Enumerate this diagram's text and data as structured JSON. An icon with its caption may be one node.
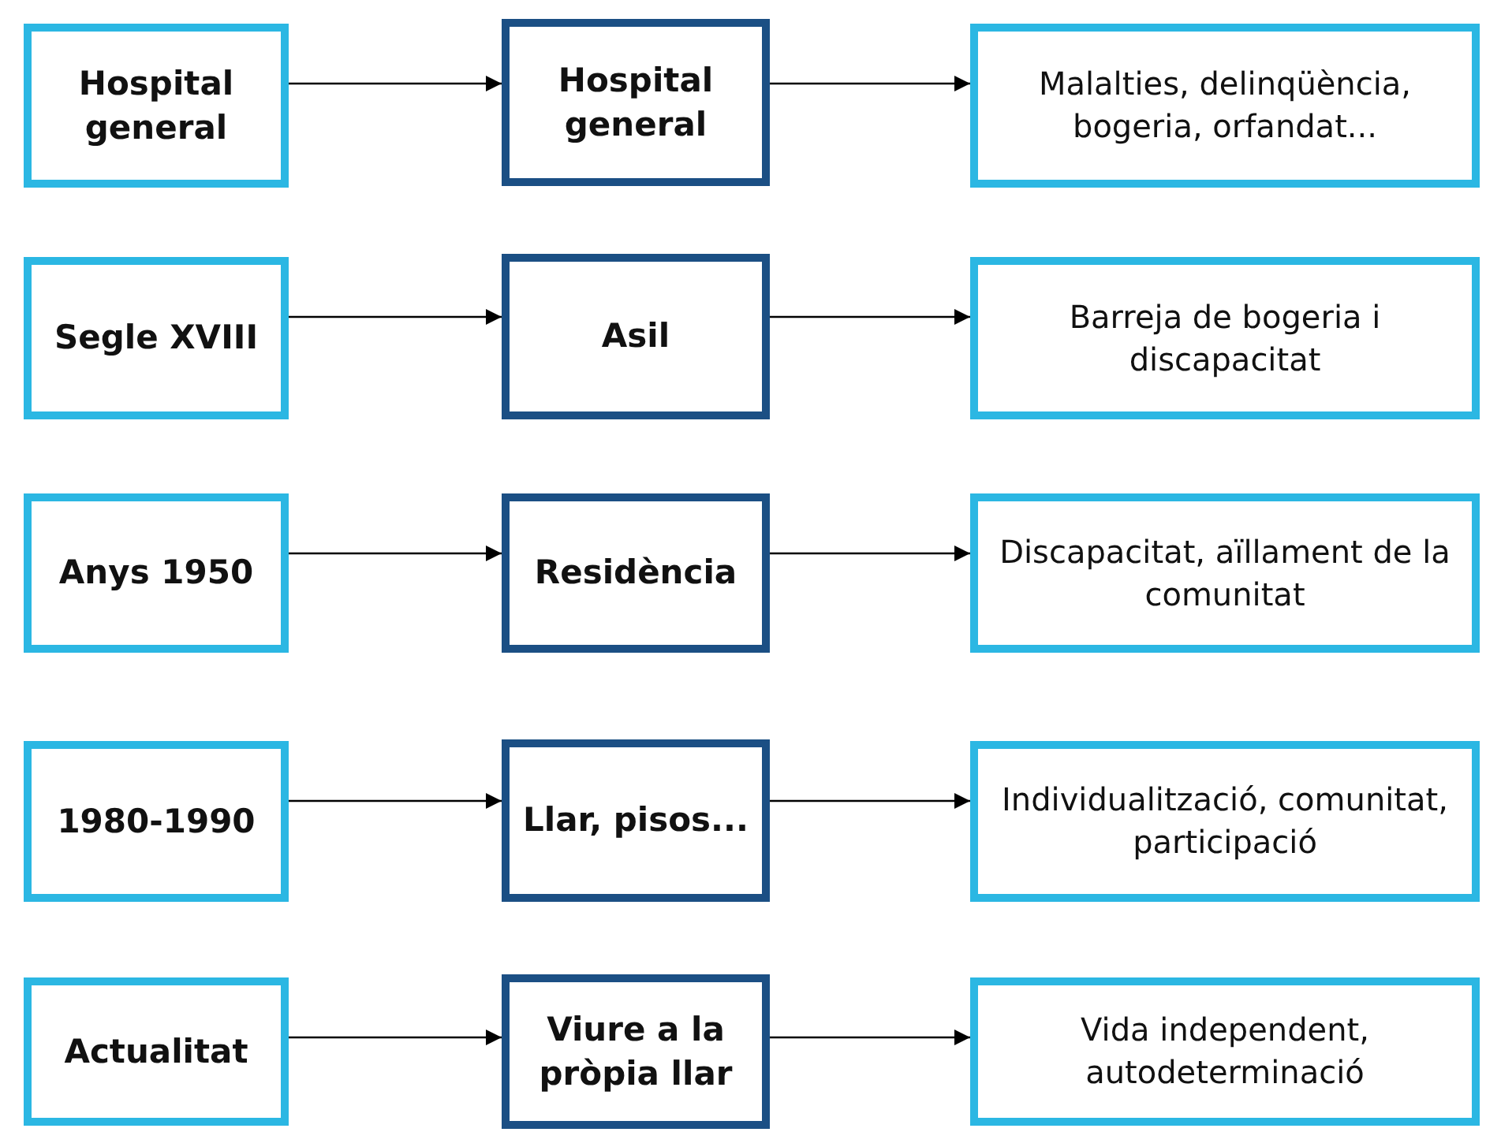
{
  "diagram": {
    "nodes": [
      {
        "text": [
          "Hospital general"
        ]
      },
      {
        "text": [
          "Hospital general"
        ]
      },
      {
        "text": [
          "Malalties, delinqüència, bogeria, orfandat..."
        ]
      },
      {
        "text": [
          "Segle XVIII"
        ]
      },
      {
        "text": [
          "Asil"
        ]
      },
      {
        "text": [
          "Barreja de bogeria i discapacitat"
        ]
      },
      {
        "text": [
          "Anys 1950"
        ]
      },
      {
        "text": [
          "Residència"
        ]
      },
      {
        "text": [
          "Discapacitat, aïllament de la comunitat"
        ]
      },
      {
        "text": [
          "1980-1990"
        ]
      },
      {
        "text": [
          "Llar, pisos..."
        ]
      },
      {
        "text": [
          "Individualització, comunitat, participació"
        ]
      },
      {
        "text": [
          "Actualitat"
        ]
      },
      {
        "text": [
          "Viure a la pròpia llar"
        ]
      },
      {
        "text": [
          "Vida independent, autodeterminació"
        ]
      }
    ],
    "edges": [
      {
        "from": 0,
        "to": 1,
        "arrow": "to"
      },
      {
        "from": 1,
        "to": 2,
        "arrow": "to"
      },
      {
        "from": 3,
        "to": 4,
        "arrow": "to"
      },
      {
        "from": 4,
        "to": 5,
        "arrow": "to"
      },
      {
        "from": 6,
        "to": 7,
        "arrow": "to"
      },
      {
        "from": 7,
        "to": 8,
        "arrow": "to"
      },
      {
        "from": 9,
        "to": 10,
        "arrow": "to"
      },
      {
        "from": 10,
        "to": 11,
        "arrow": "to"
      },
      {
        "from": 12,
        "to": 13,
        "arrow": "to"
      },
      {
        "from": 13,
        "to": 14,
        "arrow": "to"
      }
    ]
  }
}
